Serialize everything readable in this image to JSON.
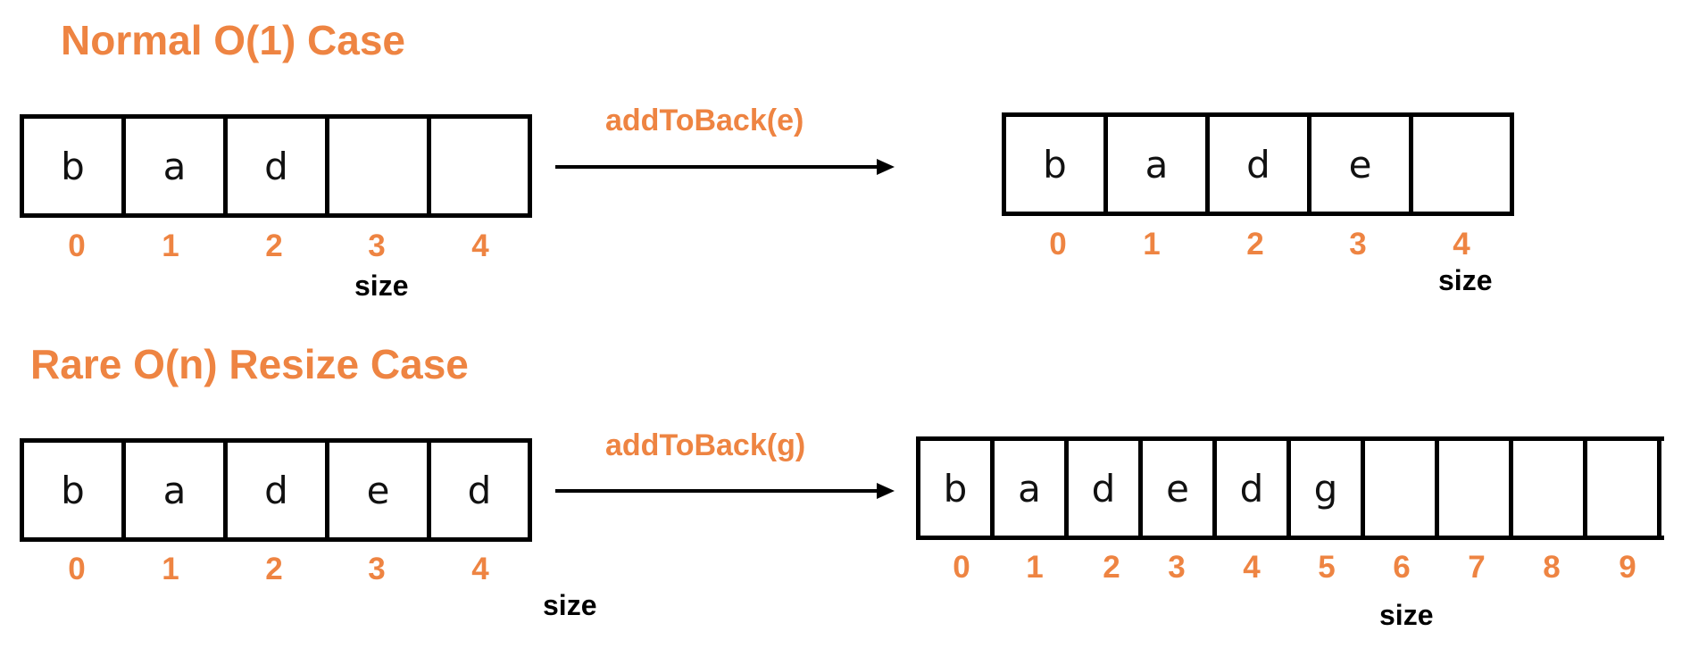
{
  "normal_case": {
    "heading": "Normal O(1) Case",
    "operation": "addToBack(e)",
    "before": {
      "cells": [
        "b",
        "a",
        "d",
        "",
        ""
      ],
      "indices": [
        "0",
        "1",
        "2",
        "3",
        "4"
      ],
      "size_label": "size"
    },
    "after": {
      "cells": [
        "b",
        "a",
        "d",
        "e",
        ""
      ],
      "indices": [
        "0",
        "1",
        "2",
        "3",
        "4"
      ],
      "size_label": "size"
    }
  },
  "resize_case": {
    "heading": "Rare O(n) Resize Case",
    "operation": "addToBack(g)",
    "before": {
      "cells": [
        "b",
        "a",
        "d",
        "e",
        "d"
      ],
      "indices": [
        "0",
        "1",
        "2",
        "3",
        "4"
      ],
      "size_label": "size"
    },
    "after": {
      "cells": [
        "b",
        "a",
        "d",
        "e",
        "d",
        "g",
        "",
        "",
        "",
        ""
      ],
      "indices": [
        "0",
        "1",
        "2",
        "3",
        "4",
        "5",
        "6",
        "7",
        "8",
        "9"
      ],
      "size_label": "size"
    }
  },
  "colors": {
    "accent": "#ee8442",
    "ink": "#000000"
  }
}
